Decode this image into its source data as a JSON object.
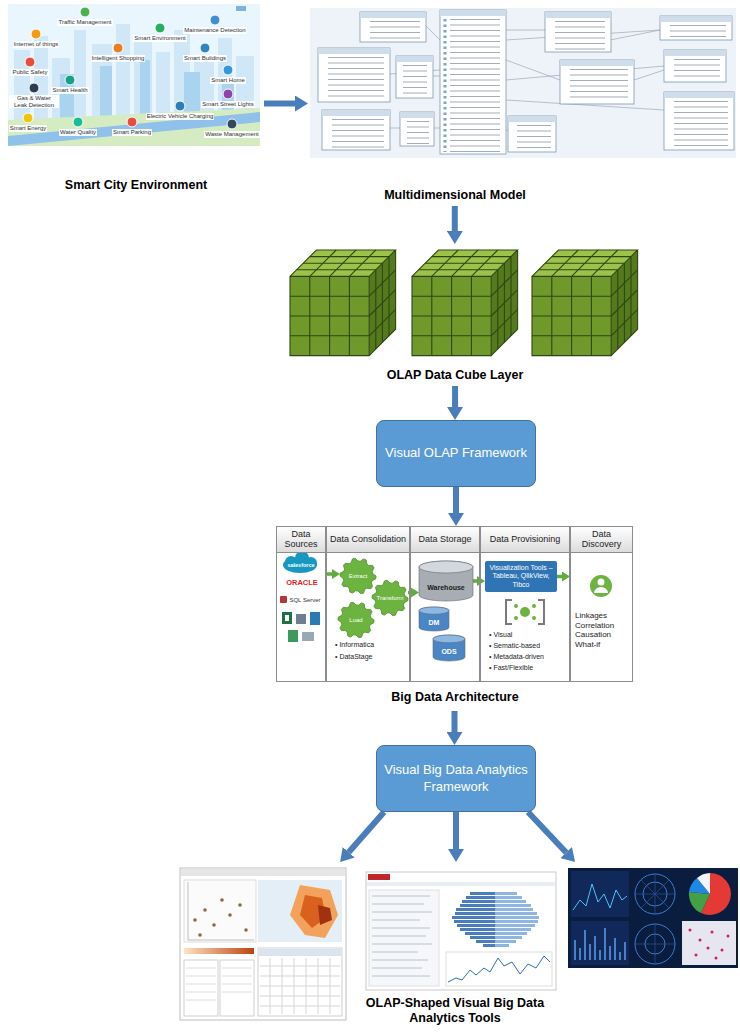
{
  "diagram": {
    "nodes": [
      {
        "text": [
          "Smart City Environment"
        ]
      },
      {
        "text": [
          "Multidimensional Model"
        ]
      },
      {
        "text": [
          "OLAP Data Cube Layer"
        ]
      },
      {
        "text": [
          "Visual OLAP Framework"
        ]
      },
      {
        "text": [
          "Big Data Architecture"
        ]
      },
      {
        "text": [
          "Data Sources",
          "salesforce",
          "ORACLE",
          "SQL Server"
        ],
        "in": 4
      },
      {
        "text": [
          "Data Consolidation",
          "• Informatica",
          "• DataStage"
        ],
        "in": 4
      },
      {
        "text": [
          "Extract"
        ],
        "in": 6
      },
      {
        "text": [
          "Transform"
        ],
        "in": 6
      },
      {
        "text": [
          "Load"
        ],
        "in": 6
      },
      {
        "text": [
          "Data Storage"
        ],
        "in": 4
      },
      {
        "text": [
          "Warehouse"
        ],
        "in": 10
      },
      {
        "text": [
          "DM"
        ],
        "in": 10
      },
      {
        "text": [
          "ODS"
        ],
        "in": 10
      },
      {
        "text": [
          "Data Provisioning",
          "• Visual",
          "• Sematic-based",
          "• Metadata-driven",
          "• Fast/Flexible"
        ],
        "in": 4
      },
      {
        "text": [
          "Visualization Tools – Tableau, QlikView, Tibco"
        ],
        "in": 14
      },
      {
        "text": [
          "Data Discovery",
          "Linkages Correlation Causation What-if"
        ],
        "in": 4
      },
      {
        "text": [
          "Visual Big Data Analytics Framework"
        ]
      },
      {
        "text": [
          "OLAP-Shaped Visual Big Data Analytics Tools"
        ]
      }
    ],
    "edges": [
      {
        "from": 0,
        "to": 1,
        "arrow": "to"
      },
      {
        "from": 1,
        "to": 2,
        "arrow": "to"
      },
      {
        "from": 2,
        "to": 3,
        "arrow": "to"
      },
      {
        "from": 3,
        "to": 4,
        "arrow": "to"
      },
      {
        "from": 5,
        "to": 7,
        "arrow": "to"
      },
      {
        "from": 8,
        "to": 11,
        "arrow": "to"
      },
      {
        "from": 11,
        "to": 15,
        "arrow": "to"
      },
      {
        "from": 15,
        "to": 16,
        "arrow": "to"
      },
      {
        "from": 4,
        "to": 17,
        "arrow": "to"
      },
      {
        "from": 17,
        "to": 18,
        "arrow": "to"
      },
      {
        "from": 17,
        "to": 18,
        "arrow": "to"
      },
      {
        "from": 17,
        "to": 18,
        "arrow": "to"
      }
    ],
    "labels": [
      "Traffic Management",
      "Maintenance Detection",
      "Internet of things",
      "Smart Environment",
      "Intelligent Shopping",
      "Smart Buildings",
      "Public Safety",
      "Smart Home",
      "Smart Health",
      "Gas & Water Leak Detection",
      "Smart Street Lights",
      "Electric Vehicle Charging",
      "Smart Energy",
      "Water Quality",
      "Smart Parking",
      "Waste Management"
    ]
  }
}
